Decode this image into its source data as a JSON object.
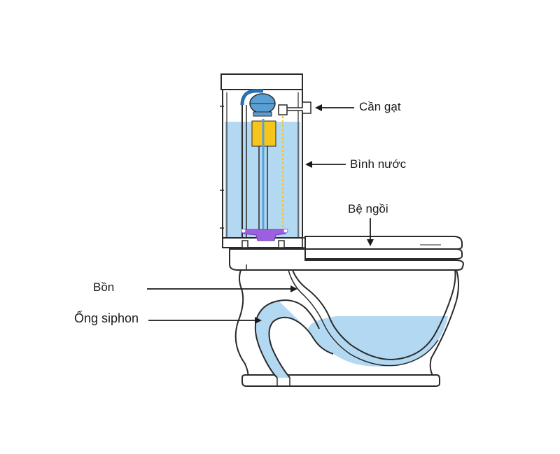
{
  "labels": {
    "can_gat": "Cần gạt",
    "binh_nuoc": "Bình nước",
    "be_ngoi": "Bệ ngồi",
    "bon": "Bồn",
    "ong_siphon": "Ống siphon"
  },
  "colors": {
    "water": "#b3d8f2",
    "outline": "#2a2a2a",
    "float_yellow": "#f6c51c",
    "valve_blue": "#5a9fd4",
    "flapper_purple": "#9b5fe0"
  }
}
